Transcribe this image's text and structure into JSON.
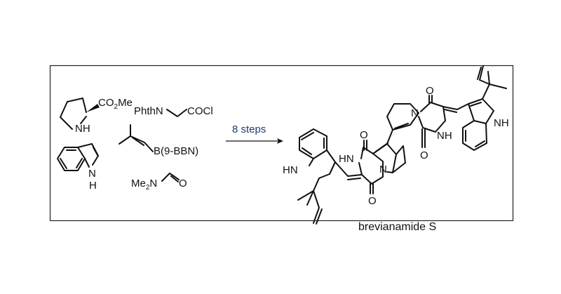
{
  "reagents": {
    "proline": {
      "ester_prefix": "CO",
      "ester_sub": "2",
      "ester_suffix": "Me",
      "nh": "NH"
    },
    "indole": {
      "n": "N",
      "h": "H"
    },
    "phthalimide_reagent": {
      "left": "PhthN",
      "right": "COCl"
    },
    "borane": {
      "label": "B(9-BBN)"
    },
    "dmf": {
      "me_prefix": "Me",
      "me_sub": "2",
      "me_suffix": "N",
      "o": "O"
    }
  },
  "arrow": {
    "label": "8 steps"
  },
  "product": {
    "name": "brevianamide S",
    "atoms": {
      "hn_left": "HN",
      "hn_amide": "HN",
      "n_bicyclic_left": "N",
      "n_bicyclic_right": "N",
      "nh_amide": "NH",
      "nh_indole": "NH",
      "o": "O"
    }
  }
}
